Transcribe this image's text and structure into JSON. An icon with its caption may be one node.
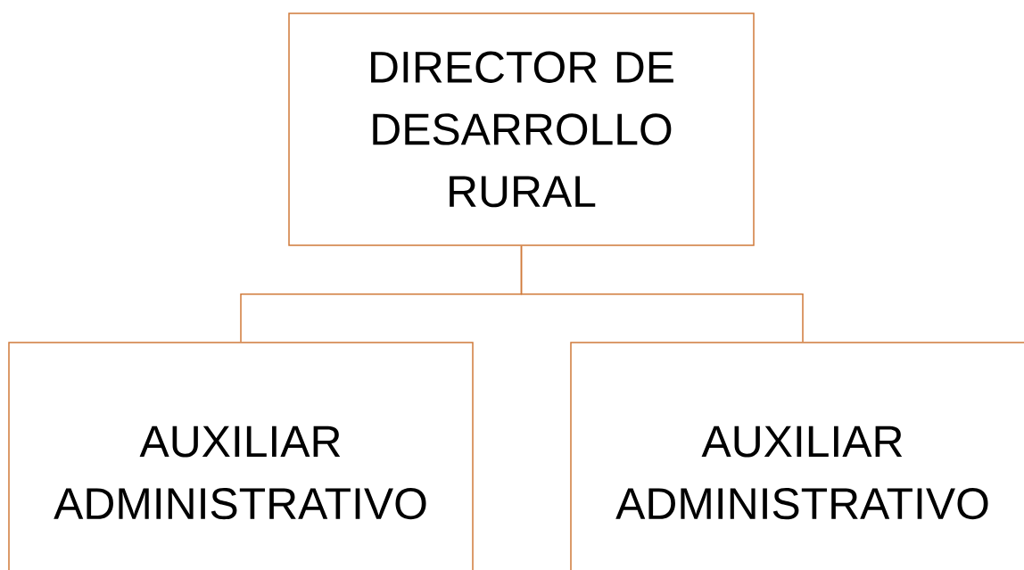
{
  "diagram": {
    "nodes": [
      {
        "text": [
          "DIRECTOR DE DESARROLLO RURAL"
        ]
      },
      {
        "text": [
          "AUXILIAR ADMINISTRATIVO"
        ]
      },
      {
        "text": [
          "AUXILIAR ADMINISTRATIVO"
        ]
      }
    ],
    "edges": [
      {
        "from": 0,
        "to": 1,
        "arrow": "none"
      },
      {
        "from": 0,
        "to": 2,
        "arrow": "none"
      }
    ]
  }
}
